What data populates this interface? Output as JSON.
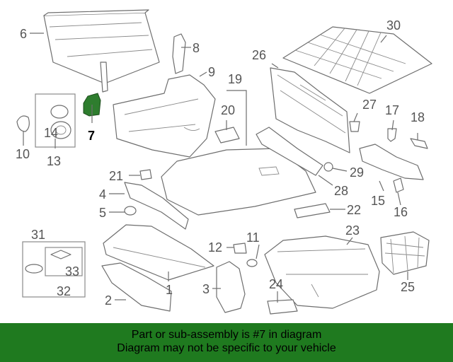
{
  "diagram": {
    "highlight_color": "#2e7d2e",
    "callouts": [
      "1",
      "2",
      "3",
      "4",
      "5",
      "6",
      "7",
      "8",
      "9",
      "10",
      "11",
      "12",
      "13",
      "14",
      "15",
      "16",
      "17",
      "18",
      "19",
      "20",
      "21",
      "22",
      "23",
      "24",
      "25",
      "26",
      "27",
      "28",
      "29",
      "30",
      "31",
      "32",
      "33"
    ]
  },
  "banner": {
    "background": "#1f7a1f",
    "line1": "Part or sub-assembly is #7 in diagram",
    "line2": "Diagram may not be specific to your vehicle"
  }
}
